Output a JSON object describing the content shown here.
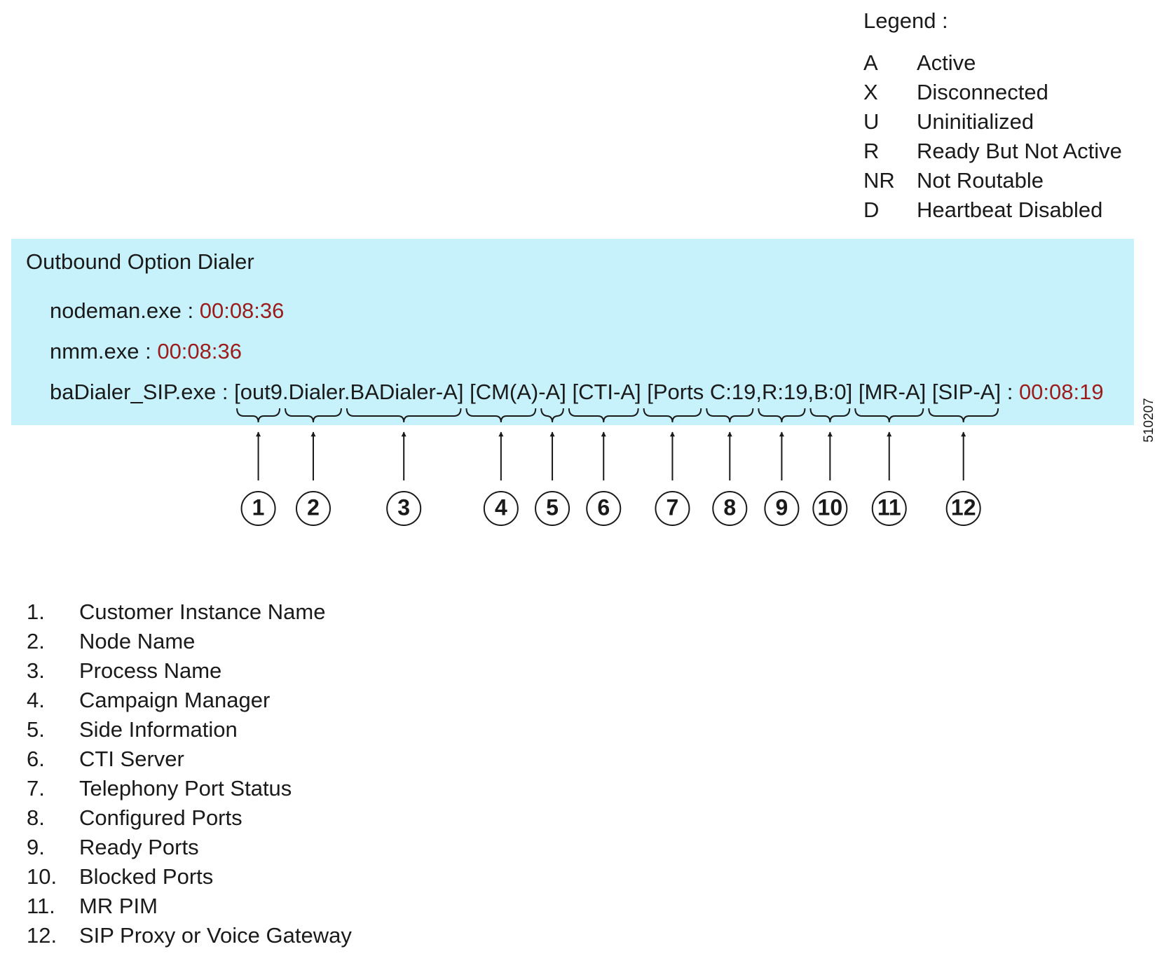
{
  "legend": {
    "title": "Legend :",
    "items": [
      {
        "code": "A",
        "label": "Active"
      },
      {
        "code": "X",
        "label": "Disconnected"
      },
      {
        "code": "U",
        "label": "Uninitialized"
      },
      {
        "code": "R",
        "label": "Ready But Not Active"
      },
      {
        "code": "NR",
        "label": "Not Routable"
      },
      {
        "code": "D",
        "label": "Heartbeat Disabled"
      }
    ]
  },
  "panel": {
    "title": "Outbound Option Dialer",
    "nodeman": {
      "name": "nodeman.exe",
      "sep": " : ",
      "time": "00:08:36"
    },
    "nmm": {
      "name": "nmm.exe",
      "sep": " : ",
      "time": "00:08:36"
    },
    "dialer": {
      "name": "baDialer_SIP.exe : ",
      "segments": [
        "[out9",
        ".Dialer",
        ".BADialer-A]",
        " [CM(A)",
        "-A]",
        " [CTI-A]",
        " [Ports",
        " C:19",
        ",R:19",
        ",B:0]",
        " [MR-A]",
        " [SIP-A]"
      ],
      "sep": " : ",
      "time": "00:08:19"
    }
  },
  "callouts": [
    "1",
    "2",
    "3",
    "4",
    "5",
    "6",
    "7",
    "8",
    "9",
    "10",
    "11",
    "12"
  ],
  "figure_id": "510207",
  "list": [
    {
      "num": "1.",
      "label": "Customer Instance Name"
    },
    {
      "num": "2.",
      "label": "Node Name"
    },
    {
      "num": "3.",
      "label": "Process Name"
    },
    {
      "num": "4.",
      "label": "Campaign Manager"
    },
    {
      "num": "5.",
      "label": "Side Information"
    },
    {
      "num": "6.",
      "label": "CTI Server"
    },
    {
      "num": "7.",
      "label": "Telephony Port Status"
    },
    {
      "num": "8.",
      "label": "Configured Ports"
    },
    {
      "num": "9.",
      "label": "Ready Ports"
    },
    {
      "num": "10.",
      "label": "Blocked Ports"
    },
    {
      "num": "11.",
      "label": "MR PIM"
    },
    {
      "num": "12.",
      "label": "SIP Proxy or Voice Gateway"
    }
  ],
  "colors": {
    "panel_bg": "#c8f2fb",
    "time_text": "#9c1c1c",
    "ink": "#1a1a1a"
  }
}
